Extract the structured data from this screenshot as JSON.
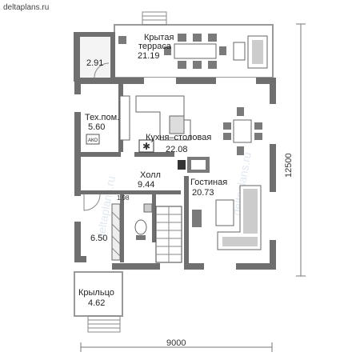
{
  "site": "deltaplans.ru",
  "rooms": {
    "terrace": {
      "name_line1": "Крытая",
      "name_line2": "терраса",
      "area": "21.19"
    },
    "storage": {
      "area": "2.91"
    },
    "tech": {
      "name": "Тех.пом.",
      "area": "5.60"
    },
    "kitchen": {
      "name": "Кухня–столовая",
      "area": "22.08"
    },
    "hall": {
      "name": "Холл",
      "area": "9.44"
    },
    "living": {
      "name": "Гостиная",
      "area": "20.73"
    },
    "bath": {
      "area": "1.98"
    },
    "room": {
      "area": "6.50"
    },
    "porch": {
      "name": "Крыльцо",
      "area": "4.62"
    }
  },
  "equipment": {
    "boiler": "АКО"
  },
  "dimensions": {
    "width": "9000",
    "depth": "12500"
  },
  "watermark": "deltaplans.ru"
}
